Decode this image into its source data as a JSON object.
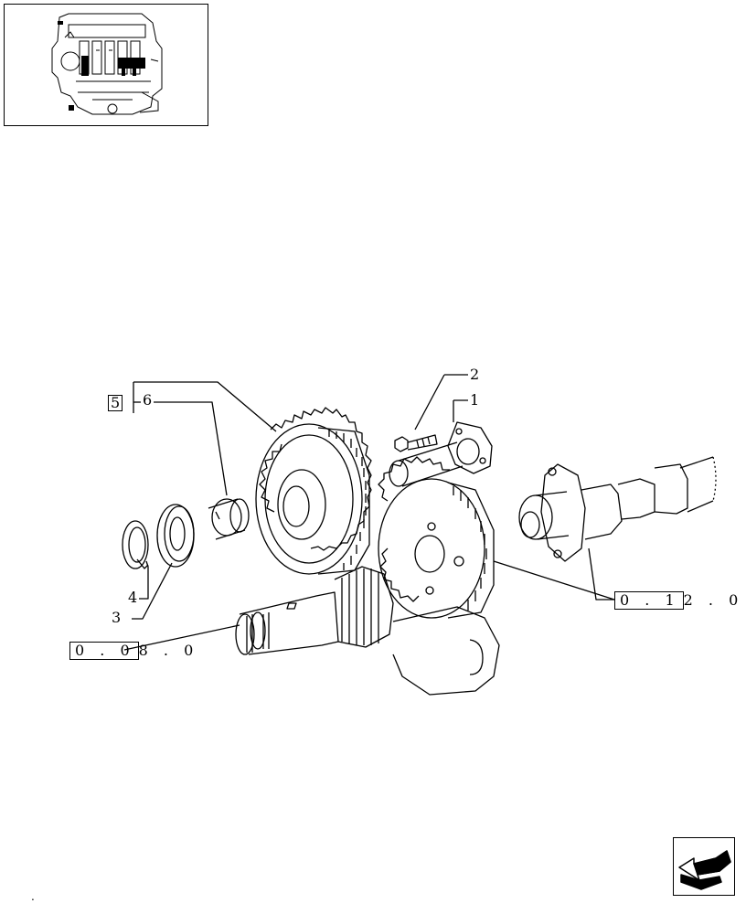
{
  "thumbnail": {
    "icon": "engine-overview-icon"
  },
  "callouts": {
    "c1": "1",
    "c2": "2",
    "c3": "3",
    "c4": "4",
    "c5": "5",
    "c6": "6"
  },
  "refs": {
    "ref_a_boxed": "0 . 0",
    "ref_a_rest": "8 . 0",
    "ref_b_boxed": "0 . 1",
    "ref_b_rest": "2 . 0"
  },
  "footer": {
    "dot": "."
  },
  "nav": {
    "icon": "next-page-arrow-icon"
  }
}
